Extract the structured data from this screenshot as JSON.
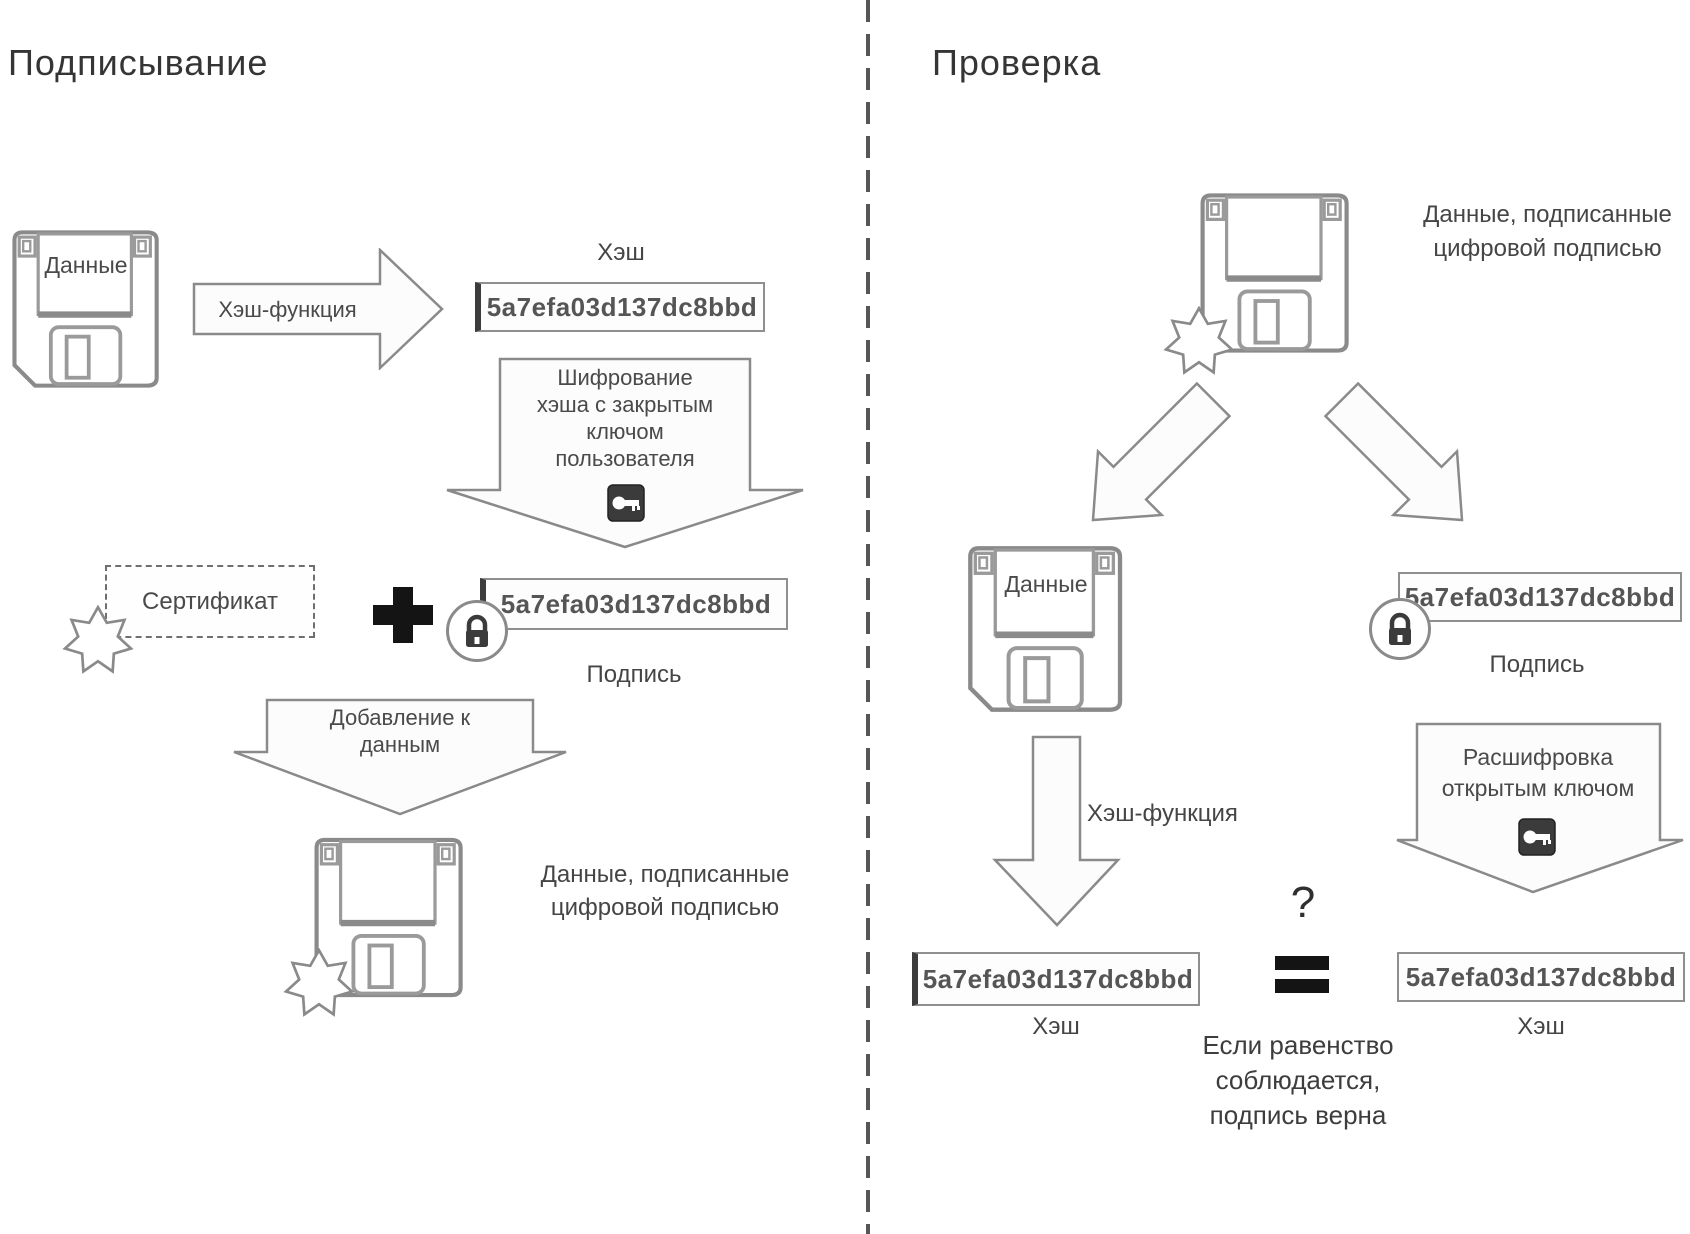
{
  "colors": {
    "line": "#8a8a8a",
    "text": "#3f3f3f",
    "dark_fill": "#2e2e2e",
    "background": "#ffffff"
  },
  "icons": {
    "floppy-disk-icon": "💾",
    "star-seal-icon": "✶",
    "lock-icon": "🔒",
    "key-icon": "🗝",
    "plus-icon": "+",
    "equals-icon": "=",
    "question-mark-icon": "?"
  },
  "signing": {
    "title": "Подписывание",
    "data_disk_label": "Данные",
    "hash_function_arrow_label": "Хэш-функция",
    "hash_caption": "Хэш",
    "hash_value": "5a7efa03d137dc8bbd",
    "encrypt_arrow_line1": "Шифрование",
    "encrypt_arrow_line2": "хэша с закрытым",
    "encrypt_arrow_line3": "ключом",
    "encrypt_arrow_line4": "пользователя",
    "certificate_label": "Сертификат",
    "signature_hash_value": "5a7efa03d137dc8bbd",
    "signature_caption": "Подпись",
    "append_arrow_line1": "Добавление к",
    "append_arrow_line2": "данным",
    "signed_data_line1": "Данные, подписанные",
    "signed_data_line2": "цифровой подписью"
  },
  "verification": {
    "title": "Проверка",
    "signed_data_line1": "Данные, подписанные",
    "signed_data_line2": "цифровой подписью",
    "data_disk_label": "Данные",
    "hash_function_label": "Хэш-функция",
    "signature_hash_value": "5a7efa03d137dc8bbd",
    "signature_caption": "Подпись",
    "decrypt_arrow_line1": "Расшифровка",
    "decrypt_arrow_line2": "открытым ключом",
    "computed_hash_value": "5a7efa03d137dc8bbd",
    "computed_hash_caption": "Хэш",
    "decrypted_hash_value": "5a7efa03d137dc8bbd",
    "decrypted_hash_caption": "Хэш",
    "question_mark": "?",
    "conclusion_line1": "Если равенство",
    "conclusion_line2": "соблюдается,",
    "conclusion_line3": "подпись верна"
  }
}
